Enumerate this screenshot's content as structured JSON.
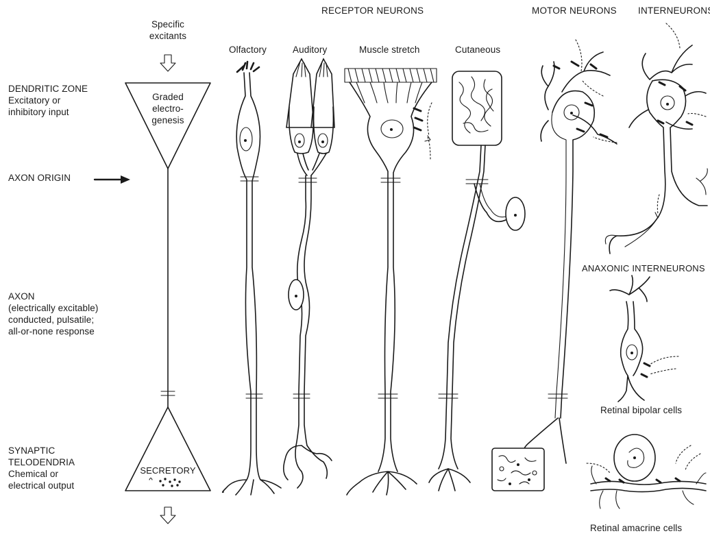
{
  "left_labels": {
    "dendritic_zone": [
      "DENDRITIC ZONE",
      "Excitatory or",
      "inhibitory input"
    ],
    "axon_origin": "AXON ORIGIN",
    "axon": [
      "AXON",
      "(electrically excitable)",
      "conducted, pulsatile;",
      "all-or-none response"
    ],
    "synaptic": [
      "SYNAPTIC",
      "TELODENDRIA",
      "Chemical or",
      "electrical output"
    ]
  },
  "schema": {
    "specific_excitants": [
      "Specific",
      "excitants"
    ],
    "graded": [
      "Graded",
      "electro-",
      "genesis"
    ],
    "secretory": "SECRETORY"
  },
  "headers": {
    "receptor_neurons": "RECEPTOR NEURONS",
    "motor_neurons": "MOTOR NEURONS",
    "interneurons": "INTERNEURONS",
    "anaxonic_interneurons": "ANAXONIC INTERNEURONS"
  },
  "receptor_types": {
    "olfactory": "Olfactory",
    "auditory": "Auditory",
    "muscle_stretch": "Muscle stretch",
    "cutaneous": "Cutaneous"
  },
  "captions": {
    "retinal_bipolar": "Retinal bipolar cells",
    "retinal_amacrine": "Retinal amacrine cells"
  }
}
